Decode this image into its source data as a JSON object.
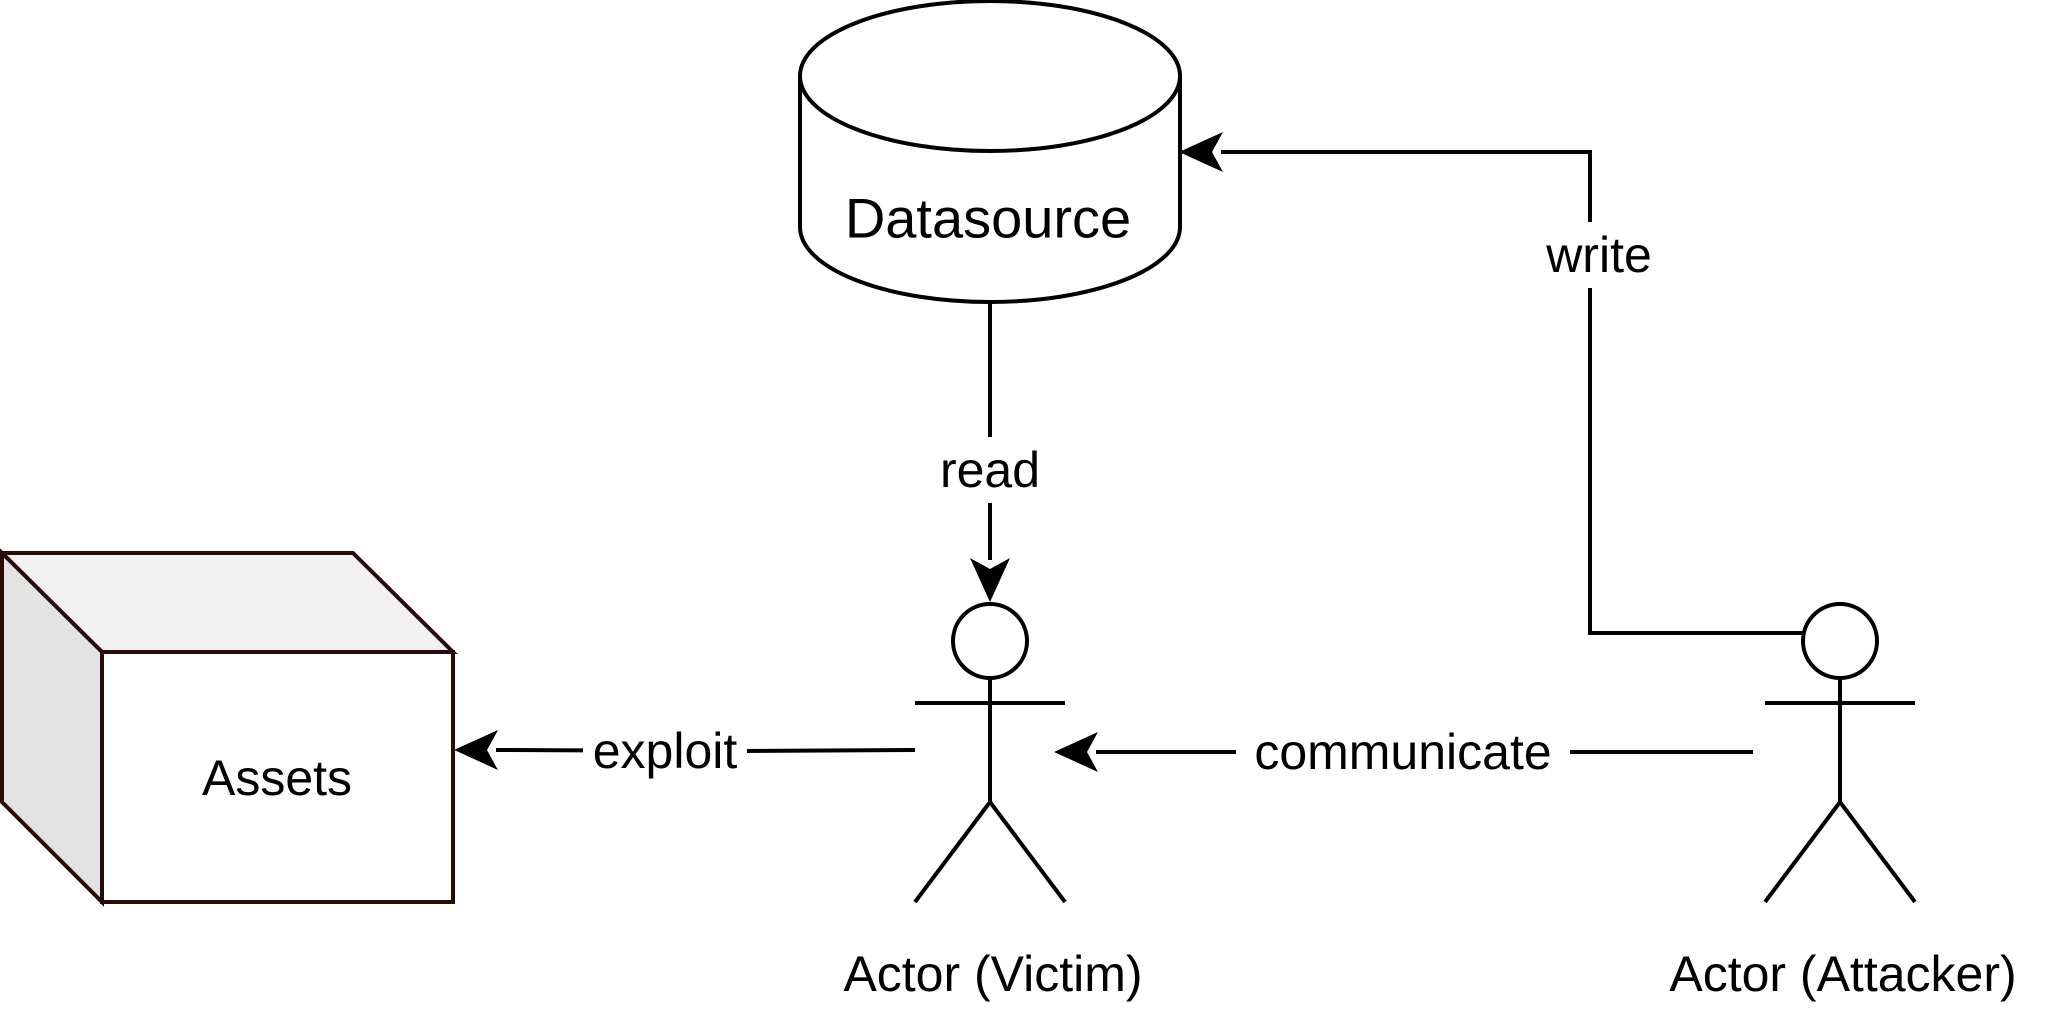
{
  "nodes": {
    "datasource": {
      "label": "Datasource",
      "shape": "cylinder-icon"
    },
    "assets": {
      "label": "Assets",
      "shape": "cube-icon"
    },
    "victim": {
      "label": "Actor (Victim)",
      "shape": "stick-figure-icon"
    },
    "attacker": {
      "label": "Actor (Attacker)",
      "shape": "stick-figure-icon"
    }
  },
  "edges": {
    "read": {
      "label": "read"
    },
    "write": {
      "label": "write"
    },
    "exploit": {
      "label": "exploit"
    },
    "communicate": {
      "label": "communicate"
    }
  },
  "colors": {
    "stroke": "#000000",
    "cube_stroke": "#2b0a0a",
    "cube_top": "#f1f1f1",
    "cube_side": "#e3e3e3"
  }
}
